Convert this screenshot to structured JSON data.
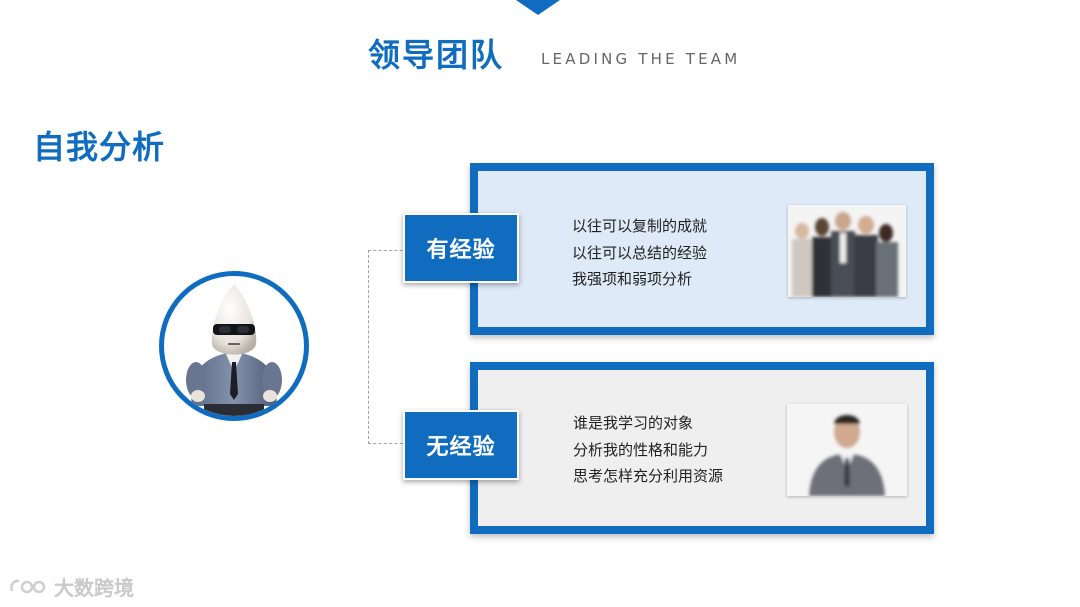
{
  "header": {
    "title": "领导团队",
    "subtitle_en": "LEADING THE TEAM"
  },
  "section": {
    "title": "自我分析"
  },
  "panels": [
    {
      "tag": "有经验",
      "lines": [
        "以往可以复制的成就",
        "以往可以总结的经验",
        "我强项和弱项分析"
      ]
    },
    {
      "tag": "无经验",
      "lines": [
        "谁是我学习的对象",
        "分析我的性格和能力",
        "思考怎样充分利用资源"
      ]
    }
  ],
  "watermark": {
    "text": "大数跨境"
  },
  "colors": {
    "accent": "#0f6cbf",
    "panel1_bg": "#deeaf7",
    "panel2_bg": "#efefef"
  }
}
